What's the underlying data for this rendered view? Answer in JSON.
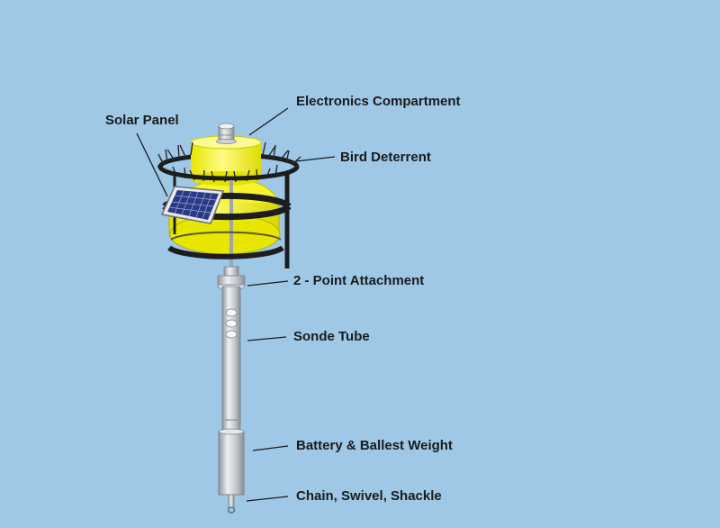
{
  "labels": {
    "electronics_compartment": "Electronics Compartment",
    "solar_panel": "Solar Panel",
    "bird_deterrent": "Bird Deterrent",
    "two_point_attachment": "2 - Point Attachment",
    "sonde_tube": "Sonde Tube",
    "battery_ballast": "Battery & Ballest Weight",
    "chain_swivel_shackle": "Chain, Swivel, Shackle"
  },
  "colors": {
    "background": "#9ec8e6",
    "buoy_yellow": "#f4f214",
    "solar_cell_blue": "#2b3a86",
    "frame_black": "#1d1d1d",
    "tube_gray": "#c9ced4"
  }
}
